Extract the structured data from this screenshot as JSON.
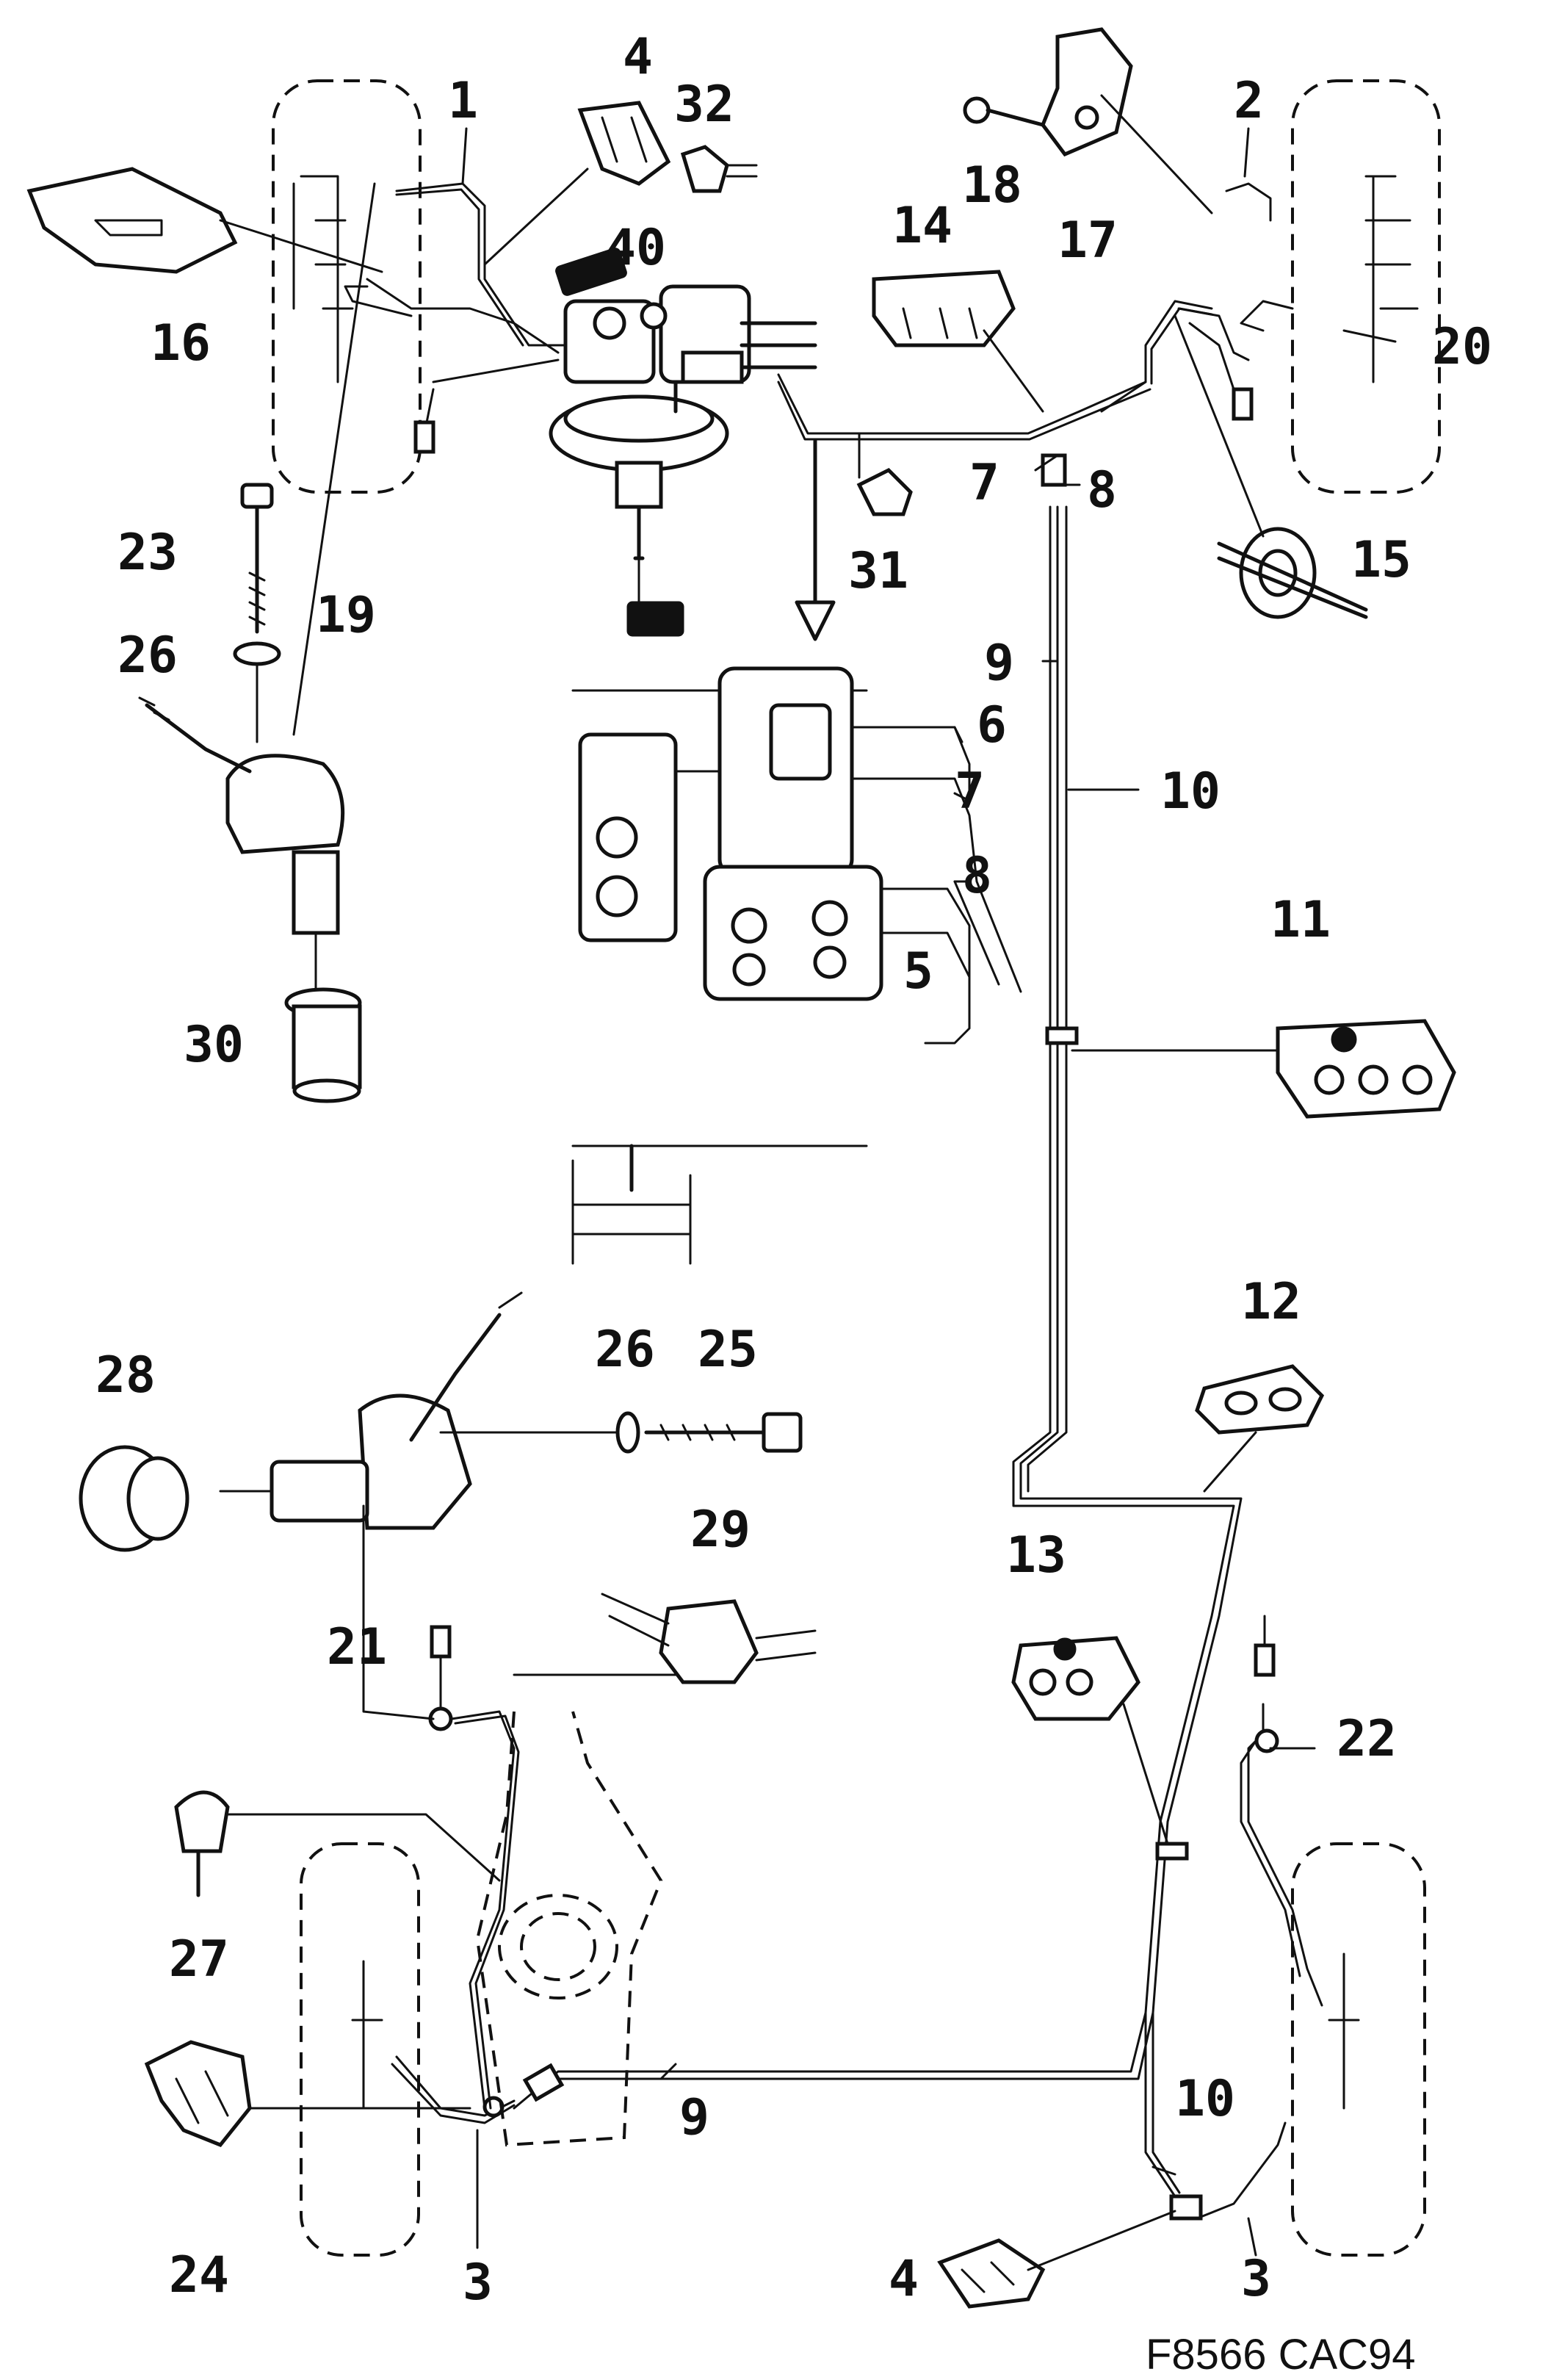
{
  "diagram": {
    "caption": "F8566 CAC94",
    "part_labels": {
      "p1": "1",
      "p2": "2",
      "p3a": "3",
      "p3b": "3",
      "p4a": "4",
      "p4b": "4",
      "p5": "5",
      "p6": "6",
      "p7a": "7",
      "p7b": "7",
      "p8a": "8",
      "p8b": "8",
      "p9a": "9",
      "p9b": "9",
      "p10a": "10",
      "p10b": "10",
      "p11": "11",
      "p12": "12",
      "p13": "13",
      "p14": "14",
      "p15": "15",
      "p16": "16",
      "p17": "17",
      "p18": "18",
      "p19": "19",
      "p20": "20",
      "p21": "21",
      "p22": "22",
      "p23": "23",
      "p24": "24",
      "p25": "25",
      "p26a": "26",
      "p26b": "26",
      "p27": "27",
      "p28": "28",
      "p29": "29",
      "p30": "30",
      "p31": "31",
      "p32": "32",
      "p40": "40"
    }
  }
}
